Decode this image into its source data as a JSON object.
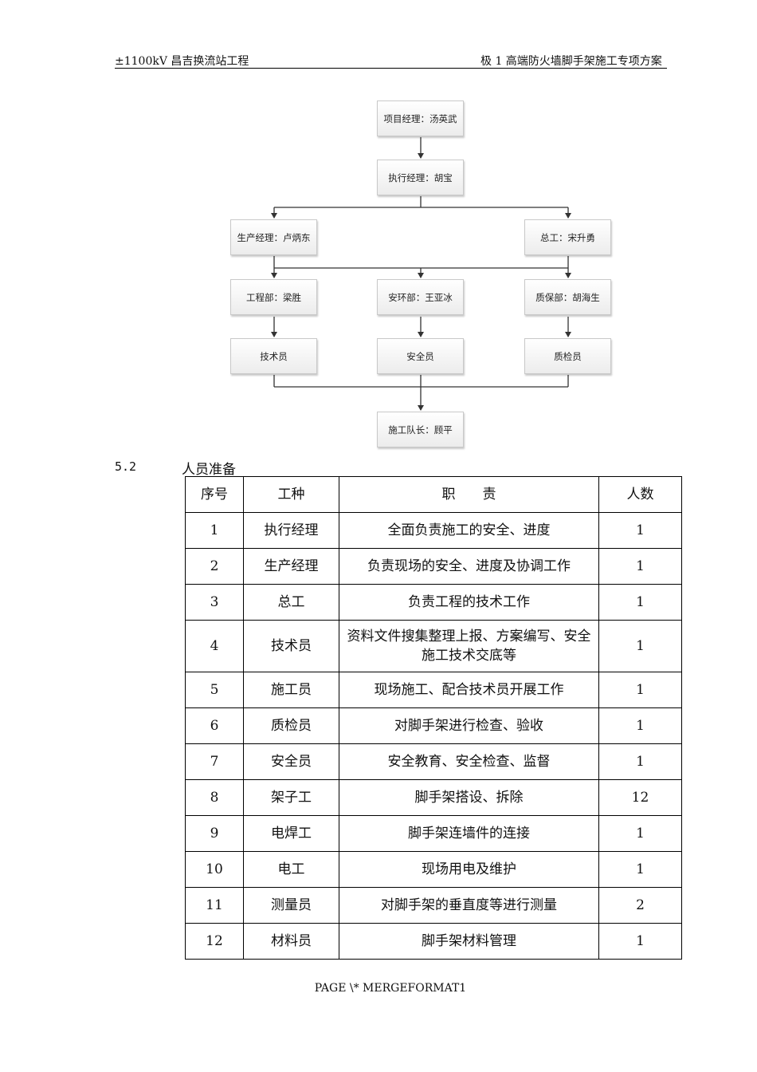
{
  "header": {
    "left": "±1100kV 昌吉换流站工程",
    "right": "极 1 高端防火墙脚手架施工专项方案"
  },
  "org_chart": {
    "project_manager": "项目经理：汤英武",
    "executive_manager": "执行经理：胡宝",
    "production_manager": "生产经理：卢炳东",
    "chief_engineer": "总工：宋升勇",
    "engineering_dept": "工程部：梁胜",
    "safety_env_dept": "安环部：王亚冰",
    "quality_dept": "质保部：胡海生",
    "technician": "技术员",
    "safety_officer": "安全员",
    "quality_inspector": "质检员",
    "team_leader": "施工队长：顾平"
  },
  "section": {
    "number": "5.2",
    "title": "人员准备"
  },
  "table": {
    "headers": [
      "序号",
      "工种",
      "职　　责",
      "人数"
    ],
    "rows": [
      {
        "no": "1",
        "type": "执行经理",
        "duty": "全面负责施工的安全、进度",
        "count": "1"
      },
      {
        "no": "2",
        "type": "生产经理",
        "duty": "负责现场的安全、进度及协调工作",
        "count": "1"
      },
      {
        "no": "3",
        "type": "总工",
        "duty": "负责工程的技术工作",
        "count": "1"
      },
      {
        "no": "4",
        "type": "技术员",
        "duty": "资料文件搜集整理上报、方案编写、安全施工技术交底等",
        "count": "1"
      },
      {
        "no": "5",
        "type": "施工员",
        "duty": "现场施工、配合技术员开展工作",
        "count": "1"
      },
      {
        "no": "6",
        "type": "质检员",
        "duty": "对脚手架进行检查、验收",
        "count": "1"
      },
      {
        "no": "7",
        "type": "安全员",
        "duty": "安全教育、安全检查、监督",
        "count": "1"
      },
      {
        "no": "8",
        "type": "架子工",
        "duty": "脚手架搭设、拆除",
        "count": "12"
      },
      {
        "no": "9",
        "type": "电焊工",
        "duty": "脚手架连墙件的连接",
        "count": "1"
      },
      {
        "no": "10",
        "type": "电工",
        "duty": "现场用电及维护",
        "count": "1"
      },
      {
        "no": "11",
        "type": "测量员",
        "duty": "对脚手架的垂直度等进行测量",
        "count": "2"
      },
      {
        "no": "12",
        "type": "材料员",
        "duty": "脚手架材料管理",
        "count": "1"
      }
    ]
  },
  "footer": "PAGE   \\* MERGEFORMAT1"
}
